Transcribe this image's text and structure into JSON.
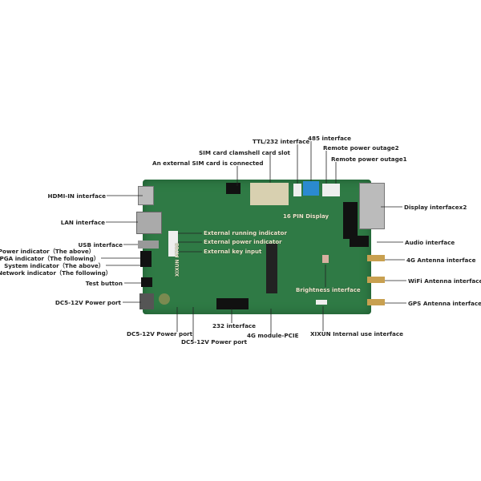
{
  "labels": {
    "sim_slot": "SIM card clamshell card slot",
    "external_sim": "An external SIM card is connected",
    "ttl232": "TTL/232 interface",
    "rs485": "485 interface",
    "remote2": "Remote power outage2",
    "remote1": "Remote power outage1",
    "hdmi": "HDMI-IN interface",
    "lan": "LAN interface",
    "usb": "USB interface",
    "power_ind": "Power indicator（The above）",
    "fpga_ind": "FPGA indicator（The following）",
    "system_ind": "System indicator（The above）",
    "network_ind": "Network indicator（The following）",
    "test": "Test button",
    "dc_left": "DC5-12V Power port",
    "dc_bottom1": "DC5-12V Power port",
    "dc_bottom2": "DC5-12V Power port",
    "rs232": "232 interface",
    "pcie": "4G module-PCIE",
    "xixun": "XIXUN Internal use interface",
    "display": "Display interfacex2",
    "audio": "Audio interface",
    "ant4g": "4G Antenna interface",
    "wifi": "WiFi Antenna interface",
    "gps": "GPS Antenna interface"
  },
  "board_labels": {
    "pin16": "16 PIN Display",
    "ext_running": "External running indicator",
    "ext_power": "External power indicator",
    "ext_key": "External key input",
    "brightness": "Brightness interface",
    "model": "XIXUN M70S"
  }
}
